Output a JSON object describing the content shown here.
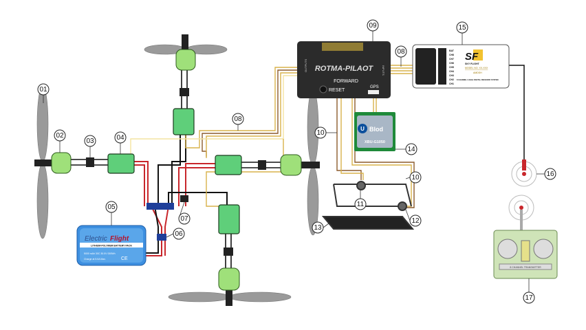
{
  "callouts": {
    "c01": "01",
    "c02": "02",
    "c03": "03",
    "c04": "04",
    "c05": "05",
    "c06": "06",
    "c07": "07",
    "c08a": "08",
    "c08b": "08",
    "c09": "09",
    "c10a": "10",
    "c10b": "10",
    "c11": "11",
    "c12": "12",
    "c13": "13",
    "c14": "14",
    "c15": "15",
    "c16": "16",
    "c17": "17"
  },
  "flight_controller": {
    "brand": "ROTMA-PILAOT",
    "forward": "FORWARD",
    "reset": "RESET",
    "gps": "GPS",
    "outputs": "OUTPUTS",
    "inputs": "INPUTS"
  },
  "gps_module": {
    "brand": "Blod",
    "logo_letter": "U",
    "model": "XBU-G1050"
  },
  "receiver": {
    "logo": "SF",
    "brand": "SKY FLIGHT",
    "model": "MODEL NO. XX-XXX",
    "sub": "AMDSH",
    "desc": "8 CHANNEL 2.4GHz DIGITAL RECEIVER SYSTEM",
    "channels": [
      "BAT",
      "CH8",
      "CH7",
      "CH6",
      "CH5",
      "CH4",
      "CH3",
      "CH2",
      "CH1"
    ]
  },
  "battery": {
    "brand_a": "Electric",
    "brand_b": "Flight",
    "type": "LITHIUM-POLYMER BATTERY PACK",
    "spec": "5000 mAh 30C 30.0V 000Wh",
    "charge": "Charge at 5.0A Max.",
    "ce": "CE"
  },
  "transmitter": {
    "label": "8 CHANNEL TRANSMITTER"
  },
  "colors": {
    "frame_wire_red": "#c8262b",
    "frame_wire_black": "#111111",
    "signal_wire": "#d9b24a",
    "esc": "#5fcf7a",
    "motor": "#9fe07a",
    "battery": "#3d8fe0",
    "gps_board": "#1f8a3a",
    "controller": "#2b2b2b"
  }
}
